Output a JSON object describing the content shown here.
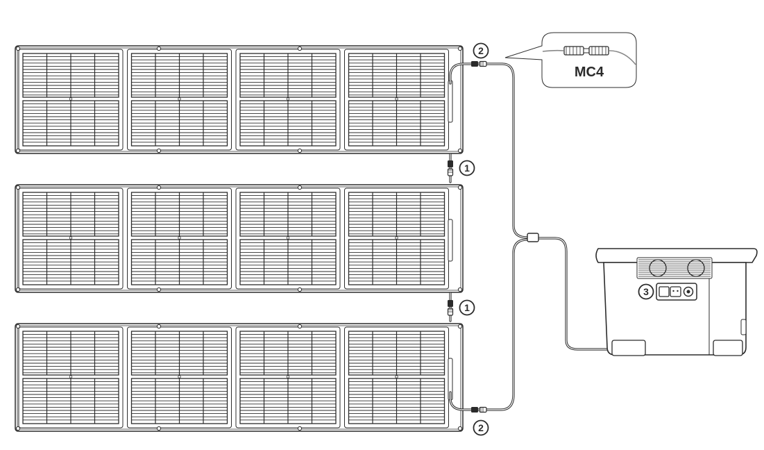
{
  "diagram": {
    "callout_series": "1",
    "callout_parallel": "2",
    "callout_station": "3",
    "connector_label": "MC4"
  },
  "colors": {
    "stroke": "#2b2b2b",
    "background": "#ffffff"
  },
  "panels": {
    "count": 3,
    "modules_per_panel": 4,
    "cell_columns_per_module": 4,
    "cell_groups_per_module": 2
  }
}
